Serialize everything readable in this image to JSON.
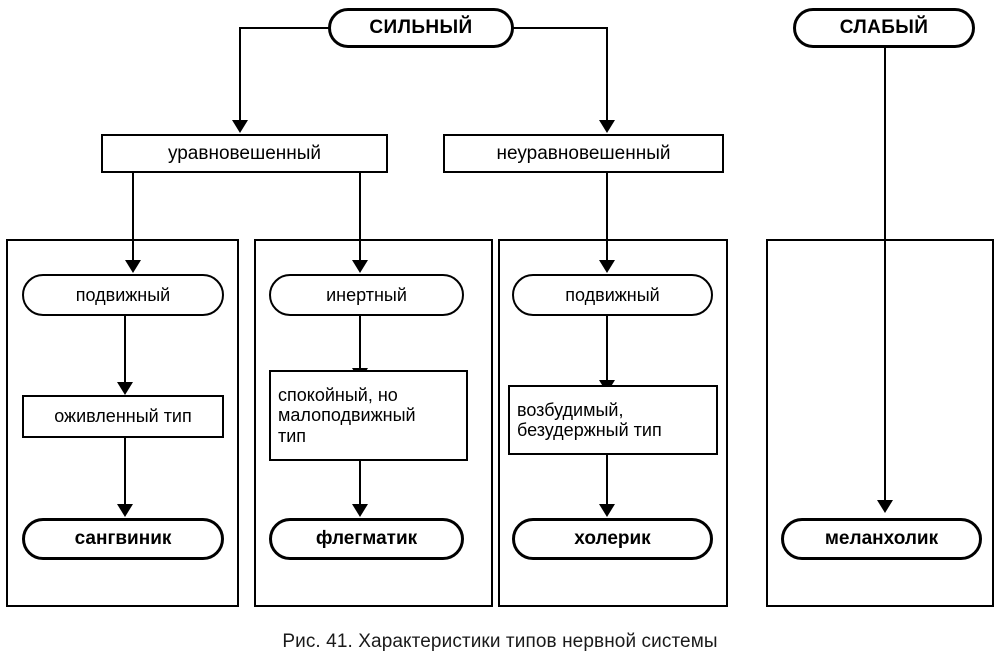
{
  "figure": {
    "caption": "Рис. 41. Характеристики типов нервной системы",
    "ink_color": "#000000",
    "background_color": "#ffffff"
  },
  "roots": [
    {
      "id": "strong",
      "label": "СИЛЬНЫЙ"
    },
    {
      "id": "weak",
      "label": "СЛАБЫЙ"
    }
  ],
  "level2": [
    {
      "id": "balanced",
      "label": "уравновешенный"
    },
    {
      "id": "unbalanced",
      "label": "неуравновешенный"
    }
  ],
  "columns": [
    {
      "id": "sanguine",
      "mobility": "подвижный",
      "description": "оживленный тип",
      "temperament": "сангвиник"
    },
    {
      "id": "phlegmatic",
      "mobility": "инертный",
      "description": "спокойный, но\nмалоподвижный\nтип",
      "description_lines": [
        "спокойный, но",
        "малоподвижный",
        "тип"
      ],
      "temperament": "флегматик"
    },
    {
      "id": "choleric",
      "mobility": "подвижный",
      "description": "возбудимый,\nбезудержный тип",
      "description_lines": [
        "возбудимый,",
        "безудержный тип"
      ],
      "temperament": "холерик"
    },
    {
      "id": "melancholic",
      "mobility": "",
      "description": "",
      "temperament": "меланхолик"
    }
  ]
}
